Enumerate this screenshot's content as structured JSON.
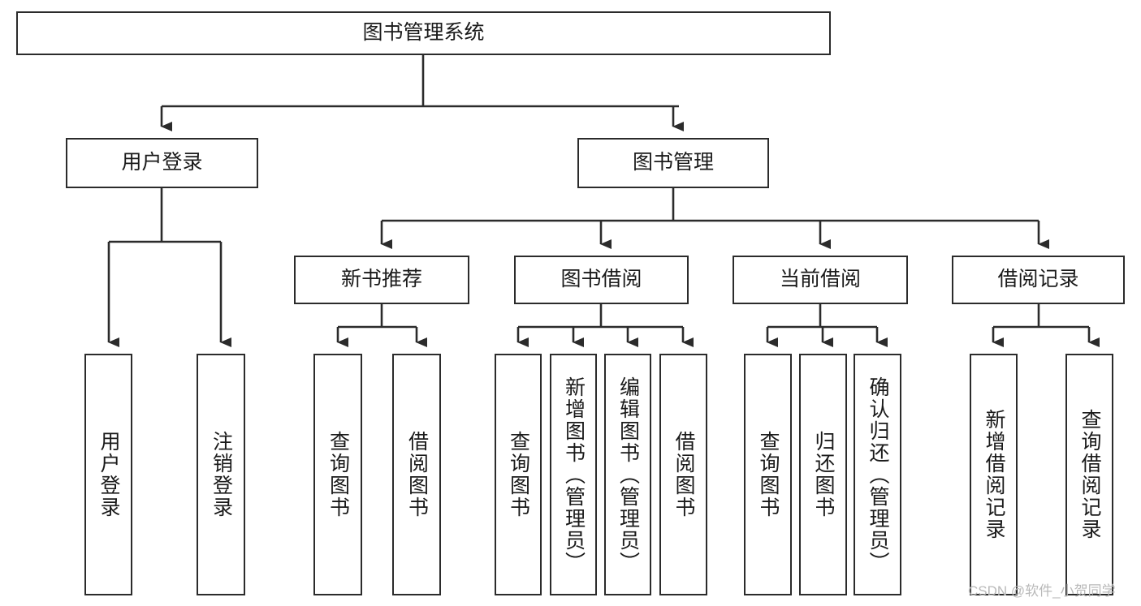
{
  "diagram": {
    "type": "tree-hierarchy-chart",
    "title": "图书管理系统",
    "watermark": "CSDN @软件_小贺同学",
    "colors": {
      "box_border": "#2b2b2b",
      "box_fill": "#ffffff",
      "connector": "#2b2b2b",
      "text": "#1a1a1a",
      "watermark": "#b9b9b9",
      "background": "#ffffff"
    },
    "nodes": {
      "root": {
        "label": "图书管理系统"
      },
      "level1": [
        {
          "id": "user-login",
          "label": "用户登录"
        },
        {
          "id": "book-manage",
          "label": "图书管理"
        }
      ],
      "level2": [
        {
          "id": "new-book-recommend",
          "label": "新书推荐"
        },
        {
          "id": "book-borrow",
          "label": "图书借阅"
        },
        {
          "id": "current-borrow",
          "label": "当前借阅"
        },
        {
          "id": "borrow-record",
          "label": "借阅记录"
        }
      ],
      "leaves": {
        "user_login": [
          {
            "id": "leaf-user-login",
            "label": "用户登录"
          },
          {
            "id": "leaf-logout-login",
            "label": "注销登录"
          }
        ],
        "new_book_recommend": [
          {
            "id": "leaf-query-book-1",
            "label": "查询图书"
          },
          {
            "id": "leaf-borrow-book-1",
            "label": "借阅图书"
          }
        ],
        "book_borrow": [
          {
            "id": "leaf-query-book-2",
            "label": "查询图书"
          },
          {
            "id": "leaf-add-book",
            "label": "新增图书（管理员）"
          },
          {
            "id": "leaf-edit-book",
            "label": "编辑图书（管理员）"
          },
          {
            "id": "leaf-borrow-book-2",
            "label": "借阅图书"
          }
        ],
        "current_borrow": [
          {
            "id": "leaf-query-book-3",
            "label": "查询图书"
          },
          {
            "id": "leaf-return-book",
            "label": "归还图书"
          },
          {
            "id": "leaf-confirm-return",
            "label": "确认归还（管理员）"
          }
        ],
        "borrow_record": [
          {
            "id": "leaf-add-record",
            "label": "新增借阅记录"
          },
          {
            "id": "leaf-query-record",
            "label": "查询借阅记录"
          }
        ]
      }
    }
  }
}
